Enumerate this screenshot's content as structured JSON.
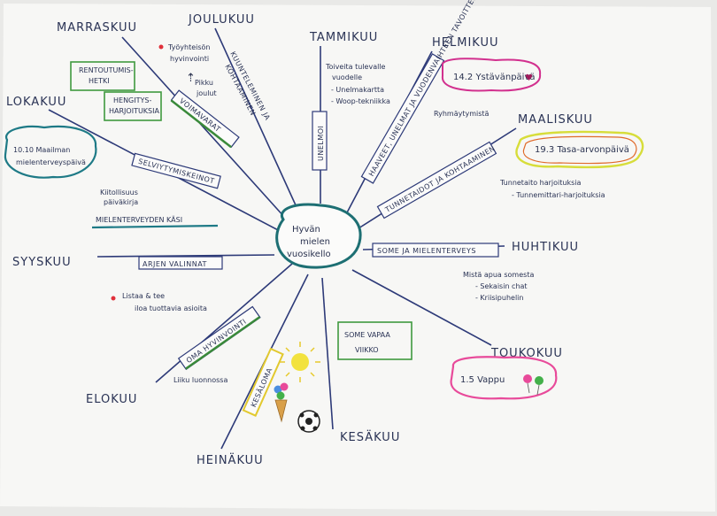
{
  "center": {
    "line1": "Hyvän",
    "line2": "mielen",
    "line3": "vuosikello"
  },
  "months": {
    "marraskuu": "MARRASKUU",
    "joulukuu": "JOULUKUU",
    "tammikuu": "TAMMIKUU",
    "helmikuu": "HELMIKUU",
    "maaliskuu": "MAALISKUU",
    "huhtikuu": "HUHTIKUU",
    "toukokuu": "TOUKOKUU",
    "kesakuu": "KESÄKUU",
    "heinakuu": "HEINÄKUU",
    "elokuu": "ELOKUU",
    "syyskuu": "SYYSKUU",
    "lokakuu": "LOKAKUU"
  },
  "spokes": {
    "voimavarat": "VOIMAVARAT",
    "kuuntelu1": "KUUNTELEMINEN JA",
    "kuuntelu2": "KOHTAAMINEN",
    "unelmoi": "UNELMOI",
    "haaveet": "HAAVEET, UNELMAT JA VUODENVAIHTEEN TAVOITTEET",
    "tunnetaidot": "TUNNETAIDOT JA KOHTAAMINEN",
    "some": "SOME JA MIELENTERVEYS",
    "arjen": "ARJEN VALINNAT",
    "selviytymis": "SELVIYTYMISKEINOT",
    "oma": "OMA HYVINVOINTI",
    "kesaloma": "KESÄLOMA"
  },
  "boxes": {
    "rentoutumis1": "RENTOUTUMIS-",
    "rentoutumis2": "HETKI",
    "hengitys1": "HENGITYS-",
    "hengitys2": "HARJOITUKSIA",
    "somevapaa1": "SOME VAPAA",
    "somevapaa2": "VIIKKO"
  },
  "clouds": {
    "lokakuu1": "10.10 Maailman",
    "lokakuu2": "mielenterveyspäivä",
    "helmikuu": "14.2 Ystävänpäivä",
    "maaliskuu": "19.3 Tasa-arvonpäivä",
    "toukokuu": "1.5 Vappu"
  },
  "notes": {
    "joulukuu1": "Työyhteisön",
    "joulukuu2": "hyvinvointi",
    "joulukuu3": "Pikku",
    "joulukuu4": "joulut",
    "tammikuu1": "Toiveita tulevalle",
    "tammikuu2": "vuodelle",
    "tammikuu3": "- Unelmakartta",
    "tammikuu4": "- Woop-tekniikka",
    "helmikuu": "Ryhmäytymistä",
    "maaliskuu1": "Tunnetaito harjoituksia",
    "maaliskuu2": "- Tunnemittari-harjoituksia",
    "huhtikuu1": "Mistä apua somesta",
    "huhtikuu2": "- Sekaisin chat",
    "huhtikuu3": "- Kriisipuhelin",
    "lokakuu1": "Kiitollisuus",
    "lokakuu2": "päiväkirja",
    "lokakuu3": "MIELENTERVEYDEN KÄSI",
    "syyskuu1": "Listaa & tee",
    "syyskuu2": "iloa tuottavia asioita",
    "elokuu": "Liiku luonnossa"
  },
  "colors": {
    "paper": "#f7f7f5",
    "ink": "#2d3a78",
    "center_ring": "#1d6f73",
    "green_box": "#3f9a3f",
    "pink_cloud": "#e84a9a",
    "yellow_cloud": "#d7dd3a",
    "teal_cloud": "#1e7a86"
  },
  "icons": [
    "heart-icon",
    "balloons-icon",
    "sun-icon",
    "ice-cream-icon",
    "football-icon",
    "red-dot-icon",
    "arrow-up-icon"
  ]
}
